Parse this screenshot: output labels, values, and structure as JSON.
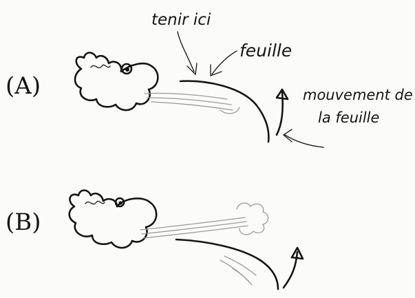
{
  "panels": {
    "a": {
      "label": "(A)"
    },
    "b": {
      "label": "(B)"
    }
  },
  "annotations": {
    "hold_here": "tenir ici",
    "sheet": "feuille",
    "motion_line1": "mouvement de",
    "motion_line2": "la feuille"
  }
}
